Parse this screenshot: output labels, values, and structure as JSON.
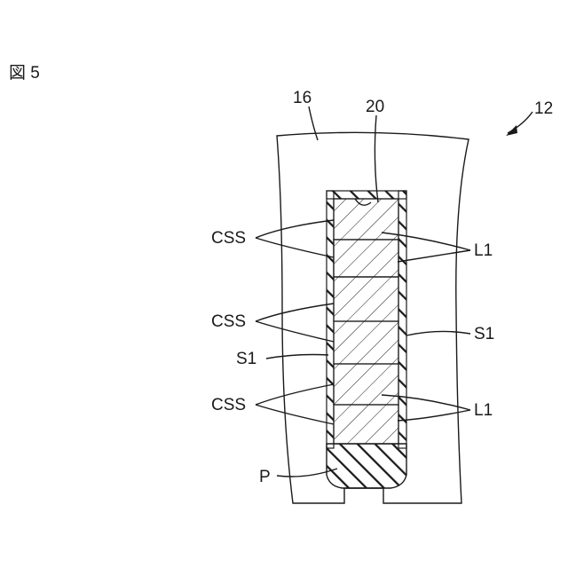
{
  "figure_label": "図 5",
  "labels": {
    "ref_12": "12",
    "ref_16": "16",
    "ref_20": "20",
    "css_top": "CSS",
    "css_mid": "CSS",
    "css_bot": "CSS",
    "l1_top": "L1",
    "l1_bot": "L1",
    "s1_left": "S1",
    "s1_right": "S1",
    "p": "P"
  }
}
